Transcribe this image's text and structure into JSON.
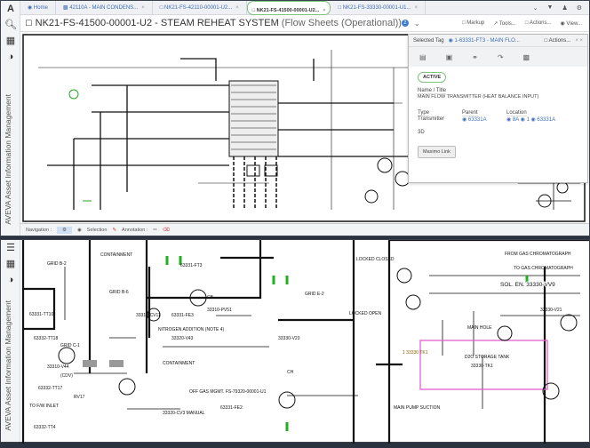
{
  "app": {
    "name": "AVEVA Asset Information Management",
    "logo": "A"
  },
  "tabs": [
    {
      "label": "Home"
    },
    {
      "label": "42110A - MAIN CONDENS..."
    },
    {
      "label": "NK21-FS-42110-00001-U2..."
    },
    {
      "label": "NK21-FS-41500-00001-U2..."
    },
    {
      "label": "NK21-FS-33330-00001-U1..."
    }
  ],
  "document": {
    "title": "NK21-FS-41500-00001-U2 - STEAM REHEAT SYSTEM",
    "subtitle": "(Flow Sheets (Operational))",
    "badge": "2"
  },
  "toolbar": {
    "markup": "Markup",
    "tools": "Tools...",
    "actions": "Actions...",
    "view": "View..."
  },
  "navbar": {
    "navigation": "Navigation :",
    "selection": "Selection",
    "annotation": "Annotation :"
  },
  "panel": {
    "header": "Selected Tag",
    "tag": "1-63331-FT3 - MAIN FLO...",
    "actions": "Actions...",
    "status": "ACTIVE",
    "name_label": "Name / Title",
    "name_value": "MAIN FLOW TRANSMITTER (HEAT BALANCE INPUT)",
    "type_label": "Type",
    "type_value": "Transmitter",
    "parent_label": "Parent",
    "parent_value": "63331A",
    "location_label": "Location",
    "location_values": [
      "8A",
      "1",
      "63331A"
    ],
    "3d_label": "3D",
    "button": "Maximo Link"
  },
  "lower": {
    "labels": [
      "CONTAINMENT",
      "GRID B-2",
      "CH",
      "63331-TT10",
      "63332-TT18",
      "GRID C-1",
      "33310-V44",
      "(CDV)",
      "63332-TT17",
      "RV17",
      "TO F/W INLET",
      "63332-TT4",
      "GRID B-6",
      "33310-CV11",
      "63331-FE3",
      "63331-FT3",
      "NITROGEN ADDITION (NOTE 4)",
      "33320-V43",
      "CONTAINMENT",
      "OFF GAS MGMT. FS-79320-00001-U1",
      "63331-FE2",
      "33320-CV3 MANUAL",
      "CB",
      "33310-PV51",
      "33330-V23",
      "LOCKED CLOSED",
      "FROM GAS CHROMATOGRAPH",
      "TO GAS CHROMATOGRAPH",
      "SOL. EN. 33330-VV9",
      "MAIN HOLE",
      "1 33330 TK1",
      "D2O STORAGE TANK",
      "33330-TK1",
      "33330-V21",
      "LOCKED OPEN",
      "MAIN PUMP SUCTION",
      "GRID E-2"
    ]
  },
  "colors": {
    "accent": "#3f6fb5",
    "active_border": "#7cc47c",
    "tank_box": "#e060d0",
    "valve_green": "#22b022"
  }
}
